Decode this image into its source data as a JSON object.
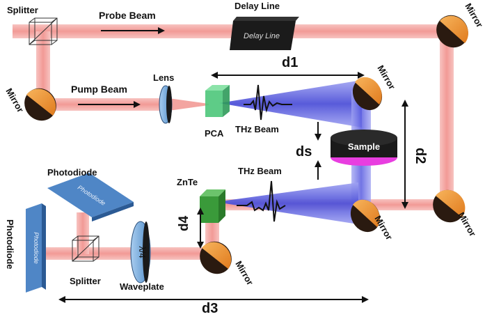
{
  "labels": {
    "splitter_top": "Splitter",
    "probe_beam": "Probe Beam",
    "delay_line": "Delay Line",
    "delay_line_box": "Delay Line",
    "mirror_top_right": "Mirror",
    "mirror_left": "Mirror",
    "pump_beam": "Pump Beam",
    "lens": "Lens",
    "d1": "d1",
    "mirror_upper_mid": "Mirror",
    "pca": "PCA",
    "thz_beam_upper": "THz Beam",
    "ds": "ds",
    "sample": "Sample",
    "d2": "d2",
    "photodiode_top": "Photodiode",
    "photodiode_top_box": "Photodiode",
    "znte": "ZnTe",
    "thz_beam_lower": "THz Beam",
    "d4": "d4",
    "photodiode_left": "Photodiode",
    "photodiode_left_box": "Photodiode",
    "waveplate_symbol": "λ/4",
    "splitter_bottom": "Splitter",
    "waveplate": "Waveplate",
    "mirror_bottom": "Mirror",
    "mirror_lower_mid": "Mirror",
    "mirror_bottom_right": "Mirror",
    "d3": "d3"
  },
  "colors": {
    "laser_beam": "#f6b8b5",
    "laser_core": "#f08c88",
    "thz_beam": "#6b6de8",
    "mirror_face": "#f29a3b",
    "mirror_back": "#2a1a10",
    "lens": "#7fb3e0",
    "pca_crystal": "#4cc67a",
    "znte_crystal": "#3a9a3a",
    "sample_top": "#e83ee0",
    "sample_body": "#1a1a1a",
    "photodiode": "#4f86c6",
    "delay_box": "#1b1b1b"
  }
}
